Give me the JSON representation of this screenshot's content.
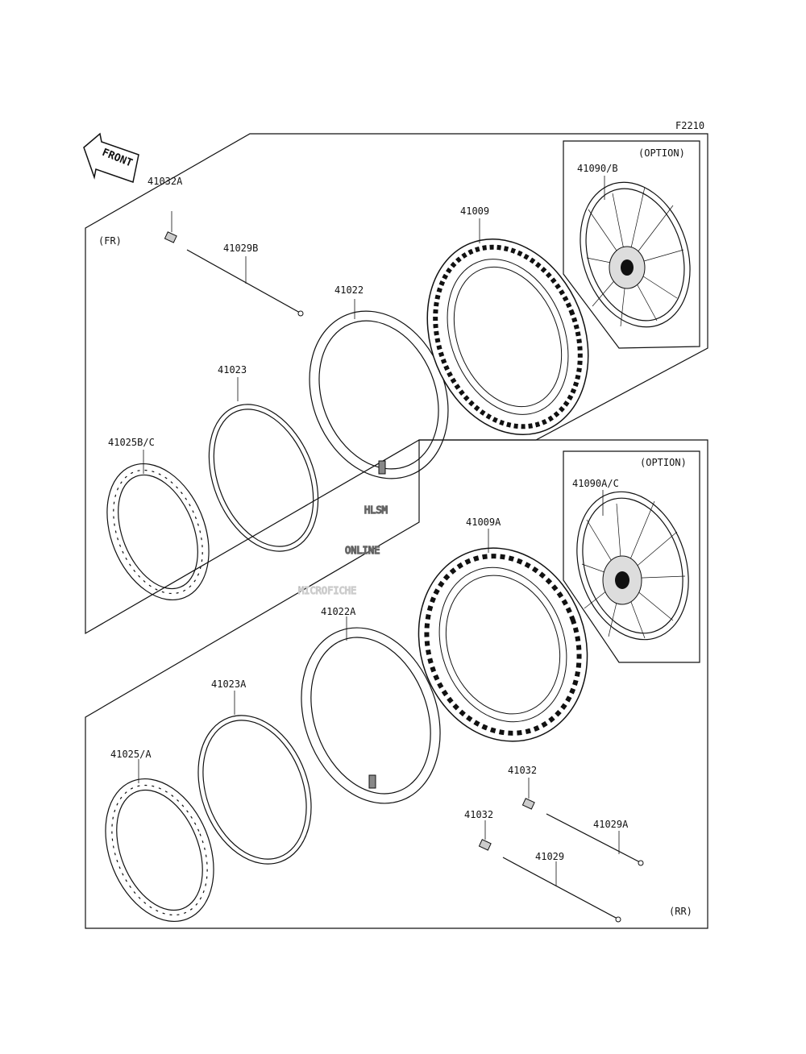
{
  "figure_code": "F2210",
  "front_arrow_label": "FRONT",
  "sections": {
    "front": "(FR)",
    "rear": "(RR)",
    "option_top": "(OPTION)",
    "option_bottom": "(OPTION)"
  },
  "parts": {
    "p41032A": "41032A",
    "p41029B": "41029B",
    "p41022": "41022",
    "p41009": "41009",
    "p41090B": "41090/B",
    "p41023": "41023",
    "p41025BC": "41025B/C",
    "p41090AC": "41090A/C",
    "p41009A": "41009A",
    "p41022A": "41022A",
    "p41023A": "41023A",
    "p41025A": "41025/A",
    "p41032_upper": "41032",
    "p41029A": "41029A",
    "p41032_lower": "41032",
    "p41029": "41029"
  },
  "watermark": {
    "line1": "HLSM",
    "line2": "ONLINE",
    "line3": "MICROFICHE"
  }
}
